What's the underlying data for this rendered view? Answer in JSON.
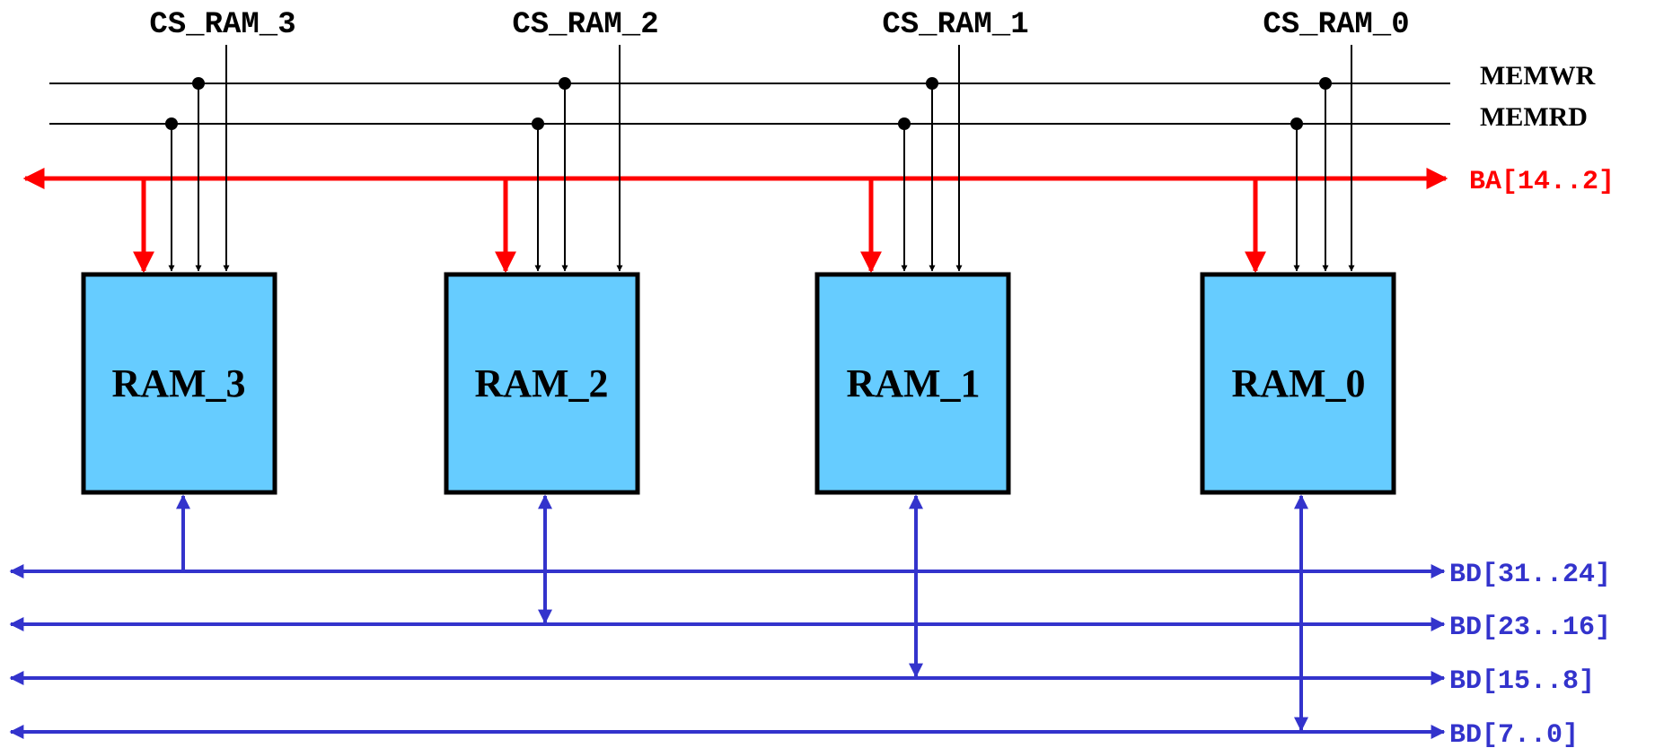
{
  "control_lines": [
    {
      "id": "memwr",
      "label": "MEMWR"
    },
    {
      "id": "memrd",
      "label": "MEMRD"
    }
  ],
  "address_bus": {
    "label": "BA[14..2]",
    "color": "#ff0000"
  },
  "data_buses": [
    {
      "label": "BD[31..24]"
    },
    {
      "label": "BD[23..16]"
    },
    {
      "label": "BD[15..8]"
    },
    {
      "label": "BD[7..0]"
    }
  ],
  "rams": [
    {
      "label": "RAM_3",
      "chip_select": "CS_RAM_3"
    },
    {
      "label": "RAM_2",
      "chip_select": "CS_RAM_2"
    },
    {
      "label": "RAM_1",
      "chip_select": "CS_RAM_1"
    },
    {
      "label": "RAM_0",
      "chip_select": "CS_RAM_0"
    }
  ],
  "colors": {
    "ram_fill": "#66ccff",
    "ram_border": "#000000",
    "address_bus": "#ff0000",
    "data_bus": "#3333cc",
    "control": "#000000"
  }
}
